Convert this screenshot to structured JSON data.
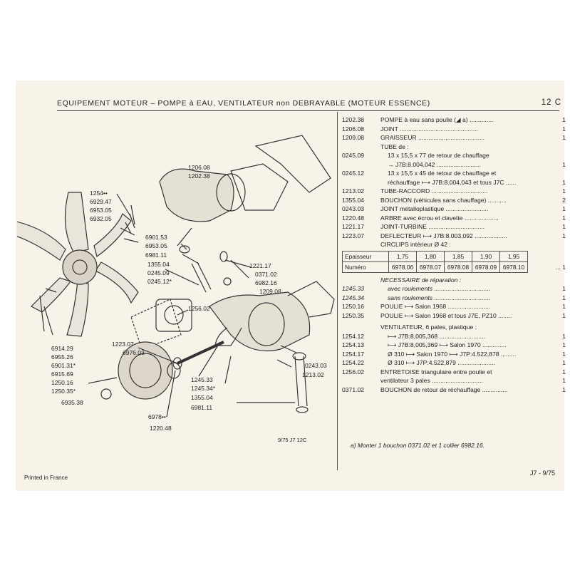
{
  "header": {
    "title": "EQUIPEMENT MOTEUR – POMPE à EAU, VENTILATEUR non DEBRAYABLE (MOTEUR ESSENCE)",
    "page_number": "12 C"
  },
  "diagram": {
    "figure_code": "9/75  J7  12C",
    "callouts": [
      "1206.08",
      "1202.38",
      "1254••",
      "6929.47",
      "6953.05",
      "6932.05",
      "6901.53",
      "6953.05",
      "6981.11",
      "1355.04",
      "0245.09",
      "0245.12*",
      "1221.17",
      "0371.02",
      "6982.16",
      "1209.08",
      "1256.02",
      "1223.07",
      "6976.03",
      "6914.29",
      "6955.26",
      "6901.31*",
      "6915.69",
      "1250.16",
      "1250.35*",
      "6935.38",
      "6978••",
      "1220.48",
      "1245.33",
      "1245.34*",
      "1355.04",
      "6981.11",
      "0243.03",
      "1213.02"
    ]
  },
  "parts": [
    {
      "ref": "1202.38",
      "desc": "POMPE à eau sans poulie (◢ a)  ..............",
      "qty": "1"
    },
    {
      "ref": "1206.08",
      "desc": "JOINT ..............................................",
      "qty": "1"
    },
    {
      "ref": "1209.08",
      "desc": "GRAISSEUR .......................................",
      "qty": "1"
    },
    {
      "ref": "",
      "desc": "TUBE de :",
      "qty": ""
    },
    {
      "ref": "0245.09",
      "desc": "13 x 15,5 x 77 de retour de chauffage",
      "qty": "",
      "sub": true
    },
    {
      "ref": "",
      "desc": "→ J7B:8.004,042 ..........................",
      "qty": "1",
      "sub": true
    },
    {
      "ref": "0245.12",
      "desc": "13 x 15,5 x 45 de retour de chauffage et",
      "qty": "",
      "sub": true
    },
    {
      "ref": "",
      "desc": "réchauffage ⟼ J7B:8.004,043 et tous J7C ......",
      "qty": "1",
      "sub": true
    },
    {
      "ref": "1213.02",
      "desc": "TUBE-RACCORD .................................",
      "qty": "1"
    },
    {
      "ref": "1355.04",
      "desc": "BOUCHON (véhicules sans chauffage) ...........",
      "qty": "2"
    },
    {
      "ref": "0243.03",
      "desc": "JOINT métalloplastique .........................",
      "qty": "1"
    },
    {
      "ref": "1220.48",
      "desc": "ARBRE avec écrou et clavette ....................",
      "qty": "1"
    },
    {
      "ref": "1221.17",
      "desc": "JOINT-TURBINE .................................",
      "qty": "1"
    },
    {
      "ref": "1223.07",
      "desc": "DEFLECTEUR ⟼ J7B:8.003,092 ...................",
      "qty": "1"
    },
    {
      "ref": "",
      "desc": "CIRCLIPS intérieur Ø 42 :",
      "qty": ""
    }
  ],
  "circlips": {
    "row1_label": "Epaisseur",
    "row2_label": "Numéro",
    "thickness": [
      "1,75",
      "1,80",
      "1,85",
      "1,90",
      "1,95"
    ],
    "numbers": [
      "6978.06",
      "6978.07",
      "6978.08",
      "6978.09",
      "6978.10"
    ],
    "trail": "... 1"
  },
  "parts_b": [
    {
      "ref": "",
      "desc": "NECESSAIRE de réparation :",
      "qty": "",
      "it": true
    },
    {
      "ref": "1245.33",
      "desc": "avec roulements .................................",
      "qty": "1",
      "sub": true,
      "it": true
    },
    {
      "ref": "1245.34",
      "desc": "sans roulements .................................",
      "qty": "1",
      "sub": true,
      "it": true
    },
    {
      "ref": "1250.16",
      "desc": "POULIE ⟼ Salon 1968 .........................",
      "qty": "1"
    },
    {
      "ref": "1250.35",
      "desc": "POULIE ⟼ Salon 1968 et tous J7E, PZ10 ........",
      "qty": "1"
    },
    {
      "gap": true
    },
    {
      "ref": "",
      "desc": "VENTILATEUR, 6 pales, plastique :",
      "qty": ""
    },
    {
      "ref": "1254.12",
      "desc": "⟼ J7B:8,005,368 ...........................",
      "qty": "1",
      "sub": true
    },
    {
      "ref": "1254.13",
      "desc": "⟼ J7B:8,005,369 ⟼ Salon 1970 ..............",
      "qty": "1",
      "sub": true
    },
    {
      "ref": "1254.17",
      "desc": "Ø 310 ⟼ Salon 1970 ⟼ J7P:4.522,878 .........",
      "qty": "1",
      "sub": true
    },
    {
      "ref": "1254.22",
      "desc": "Ø 310 ⟼ J7P:4.522,879 ......................",
      "qty": "1",
      "sub": true
    },
    {
      "ref": "1256.02",
      "desc": "ENTRETOISE triangulaire entre poulie et",
      "qty": "1"
    },
    {
      "ref": "",
      "desc": "ventilateur 3 pales ..............................",
      "qty": "1"
    },
    {
      "ref": "0371.02",
      "desc": "BOUCHON de retour de réchauffage ...............",
      "qty": "1"
    }
  ],
  "footnote": "a)  Monter 1 bouchon 0371.02 et 1 collier 6982.16.",
  "footer": {
    "printed": "Printed in France",
    "page_ref": "J7 - 9/75"
  }
}
